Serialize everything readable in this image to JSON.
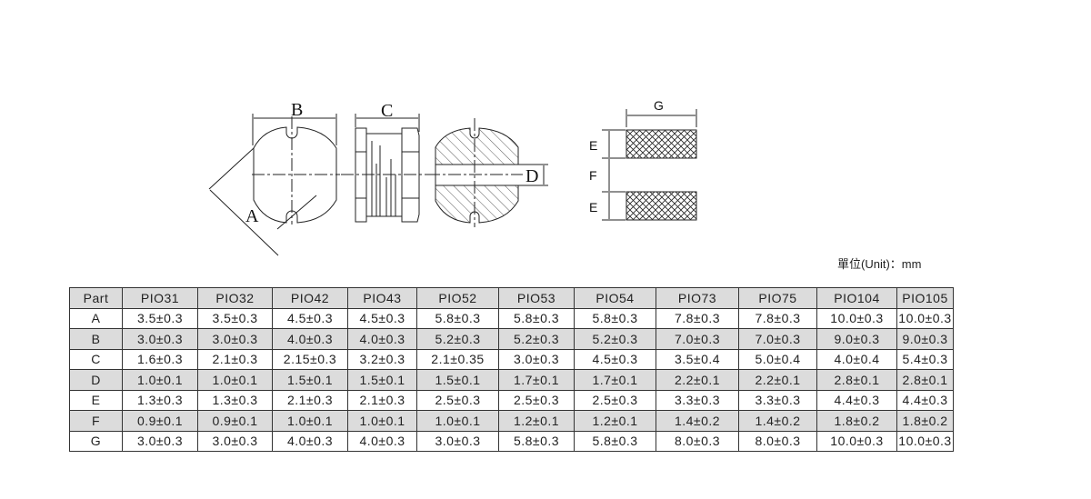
{
  "diagram_labels": {
    "A": "A",
    "B": "B",
    "C": "C",
    "D": "D",
    "E_top": "E",
    "F": "F",
    "E_bottom": "E",
    "G": "G"
  },
  "unit_label": "單位(Unit)：mm",
  "table": {
    "headers": [
      "Part",
      "PIO31",
      "PIO32",
      "PIO42",
      "PIO43",
      "PIO52",
      "PIO53",
      "PIO54",
      "PIO73",
      "PIO75",
      "PIO104",
      "PIO105"
    ],
    "rows": [
      {
        "part": "A",
        "values": [
          "3.5±0.3",
          "3.5±0.3",
          "4.5±0.3",
          "4.5±0.3",
          "5.8±0.3",
          "5.8±0.3",
          "5.8±0.3",
          "7.8±0.3",
          "7.8±0.3",
          "10.0±0.3",
          "10.0±0.3"
        ]
      },
      {
        "part": "B",
        "values": [
          "3.0±0.3",
          "3.0±0.3",
          "4.0±0.3",
          "4.0±0.3",
          "5.2±0.3",
          "5.2±0.3",
          "5.2±0.3",
          "7.0±0.3",
          "7.0±0.3",
          "9.0±0.3",
          "9.0±0.3"
        ]
      },
      {
        "part": "C",
        "values": [
          "1.6±0.3",
          "2.1±0.3",
          "2.15±0.3",
          "3.2±0.3",
          "2.1±0.35",
          "3.0±0.3",
          "4.5±0.3",
          "3.5±0.4",
          "5.0±0.4",
          "4.0±0.4",
          "5.4±0.3"
        ]
      },
      {
        "part": "D",
        "values": [
          "1.0±0.1",
          "1.0±0.1",
          "1.5±0.1",
          "1.5±0.1",
          "1.5±0.1",
          "1.7±0.1",
          "1.7±0.1",
          "2.2±0.1",
          "2.2±0.1",
          "2.8±0.1",
          "2.8±0.1"
        ]
      },
      {
        "part": "E",
        "values": [
          "1.3±0.3",
          "1.3±0.3",
          "2.1±0.3",
          "2.1±0.3",
          "2.5±0.3",
          "2.5±0.3",
          "2.5±0.3",
          "3.3±0.3",
          "3.3±0.3",
          "4.4±0.3",
          "4.4±0.3"
        ]
      },
      {
        "part": "F",
        "values": [
          "0.9±0.1",
          "0.9±0.1",
          "1.0±0.1",
          "1.0±0.1",
          "1.0±0.1",
          "1.2±0.1",
          "1.2±0.1",
          "1.4±0.2",
          "1.4±0.2",
          "1.8±0.2",
          "1.8±0.2"
        ]
      },
      {
        "part": "G",
        "values": [
          "3.0±0.3",
          "3.0±0.3",
          "4.0±0.3",
          "4.0±0.3",
          "3.0±0.3",
          "5.8±0.3",
          "5.8±0.3",
          "8.0±0.3",
          "8.0±0.3",
          "10.0±0.3",
          "10.0±0.3"
        ]
      }
    ]
  }
}
